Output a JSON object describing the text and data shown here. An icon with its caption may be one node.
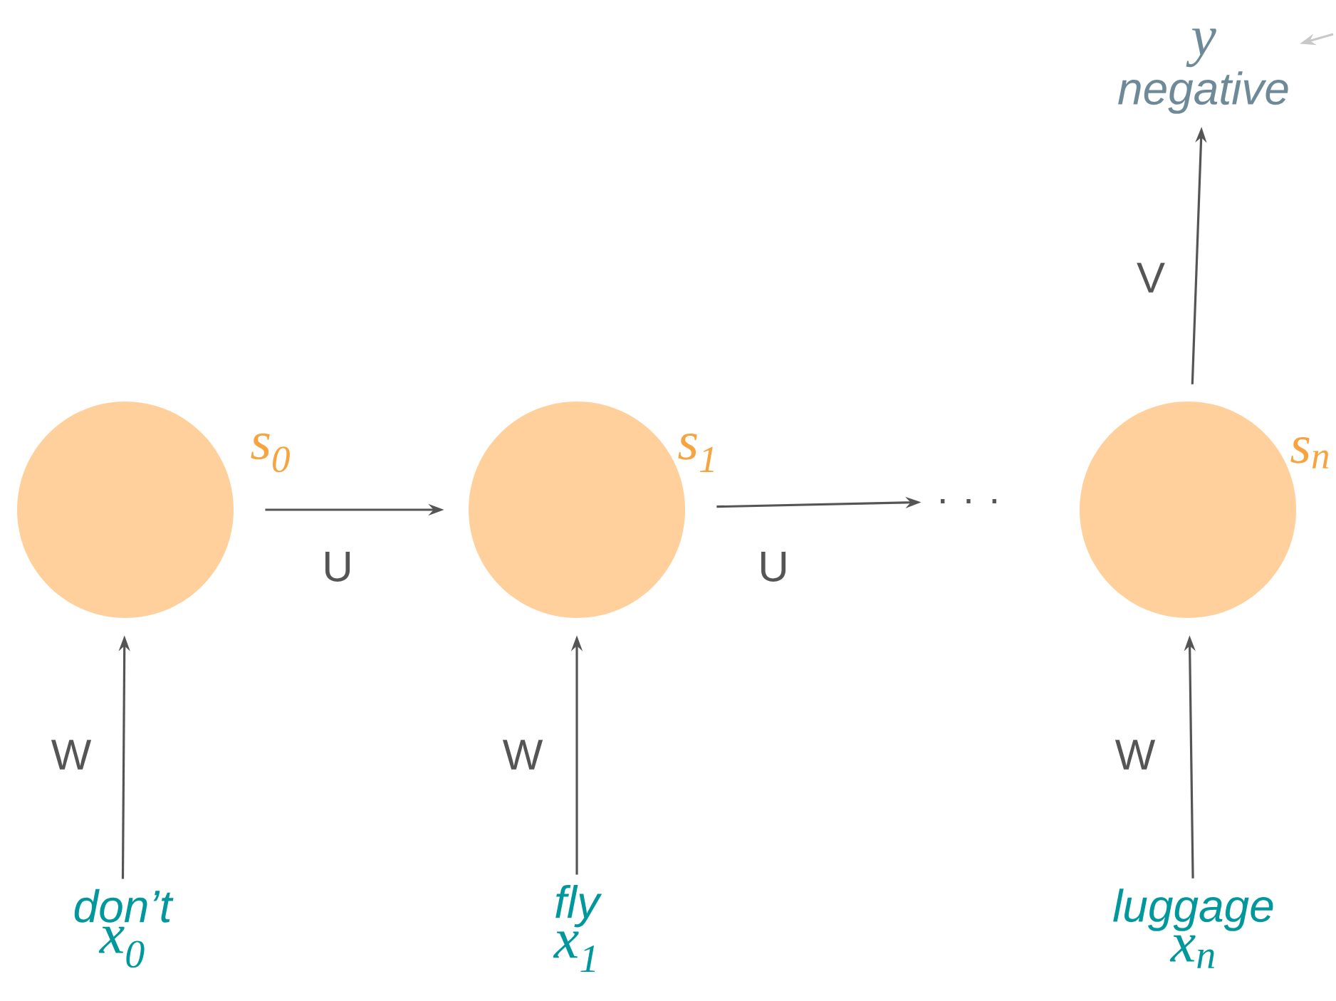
{
  "diagram": {
    "nodes": [
      {
        "text": [],
        "shape": "circle",
        "beside": [
          "s$_{0}$"
        ]
      },
      {
        "text": [],
        "shape": "circle",
        "beside": [
          "s$_{1}$"
        ]
      },
      {
        "text": [
          ". . ."
        ]
      },
      {
        "text": [],
        "shape": "circle",
        "beside": [
          "s$_{n}$"
        ]
      },
      {
        "text": [
          "don’t",
          "x$_{0}$"
        ]
      },
      {
        "text": [
          "fly",
          "x$_{1}$"
        ]
      },
      {
        "text": [
          "luggage",
          "x$_{n}$"
        ]
      },
      {
        "text": [
          "y",
          "negative"
        ]
      }
    ],
    "edges": [
      {
        "from": 0,
        "to": 1,
        "arrow": "to",
        "label": "U"
      },
      {
        "from": 1,
        "to": 2,
        "arrow": "to",
        "label": "U"
      },
      {
        "from": 4,
        "to": 0,
        "arrow": "to",
        "label": "W"
      },
      {
        "from": 5,
        "to": 1,
        "arrow": "to",
        "label": "W"
      },
      {
        "from": 6,
        "to": 3,
        "arrow": "to",
        "label": "W"
      },
      {
        "from": 3,
        "to": 7,
        "arrow": "to",
        "label": "V"
      },
      {
        "from": null,
        "to": 7,
        "arrow": "to",
        "color": "#c8c8c8"
      }
    ]
  }
}
